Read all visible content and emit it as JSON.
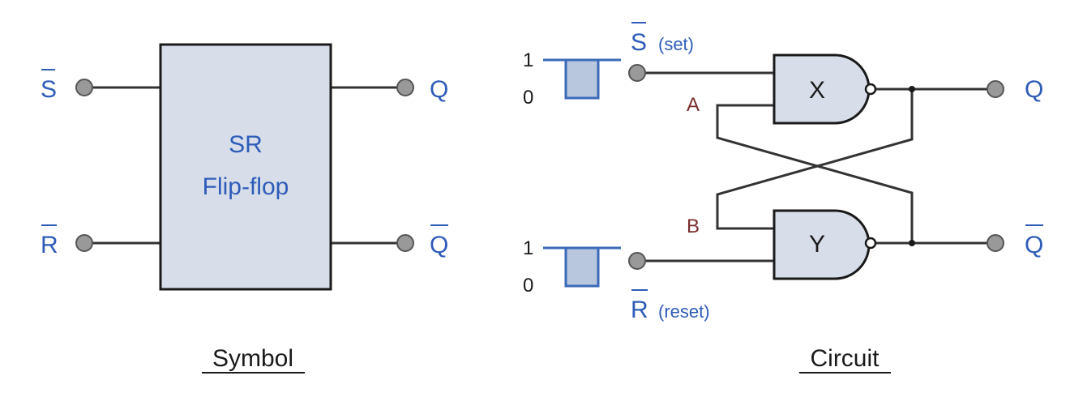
{
  "symbol": {
    "block_line1": "SR",
    "block_line2": "Flip-flop",
    "input_s": "S",
    "input_r": "R",
    "output_q": "Q",
    "output_qbar": "Q",
    "caption": "Symbol"
  },
  "circuit": {
    "set_label": "S",
    "set_suffix": "(set)",
    "reset_label": "R",
    "reset_suffix": "(reset)",
    "gate_x": "X",
    "gate_y": "Y",
    "node_a": "A",
    "node_b": "B",
    "level_high_top": "1",
    "level_low_top": "0",
    "level_high_bottom": "1",
    "level_low_bottom": "0",
    "output_q": "Q",
    "output_qbar": "Q",
    "caption": "Circuit"
  },
  "colors": {
    "label_blue": "#2e5cb8",
    "block_fill": "#d7deea",
    "node_label": "#7a2e2e"
  }
}
